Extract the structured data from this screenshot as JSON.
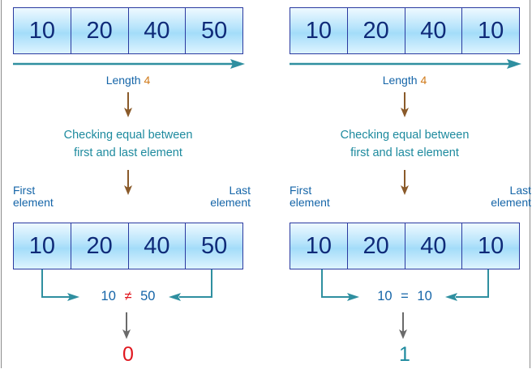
{
  "panels": [
    {
      "top_array": [
        "10",
        "20",
        "40",
        "50"
      ],
      "length_text": "Length",
      "length_value": "4",
      "check_line1": "Checking equal between",
      "check_line2": "first and last element",
      "first_line1": "First",
      "first_line2": "element",
      "last_line1": "Last",
      "last_line2": "element",
      "bottom_array": [
        "10",
        "20",
        "40",
        "50"
      ],
      "compare_left": "10",
      "compare_op": "≠",
      "compare_right": "50",
      "result": "0"
    },
    {
      "top_array": [
        "10",
        "20",
        "40",
        "10"
      ],
      "length_text": "Length",
      "length_value": "4",
      "check_line1": "Checking equal between",
      "check_line2": "first and last element",
      "first_line1": "First",
      "first_line2": "element",
      "last_line1": "Last",
      "last_line2": "element",
      "bottom_array": [
        "10",
        "20",
        "40",
        "10"
      ],
      "compare_left": "10",
      "compare_op": "=",
      "compare_right": "10",
      "result": "1"
    }
  ],
  "colors": {
    "array_border": "#2a3aa0",
    "array_text": "#0f2a78",
    "arrow_teal": "#2f8fa0",
    "arrow_brown": "#8a5a2a",
    "arrow_gray": "#6a6a6a",
    "length_value": "#d07a1a",
    "label_blue": "#1565a8",
    "teal_text": "#1d8a9e",
    "result_false": "#e0161e",
    "result_true": "#1d8a9e"
  }
}
